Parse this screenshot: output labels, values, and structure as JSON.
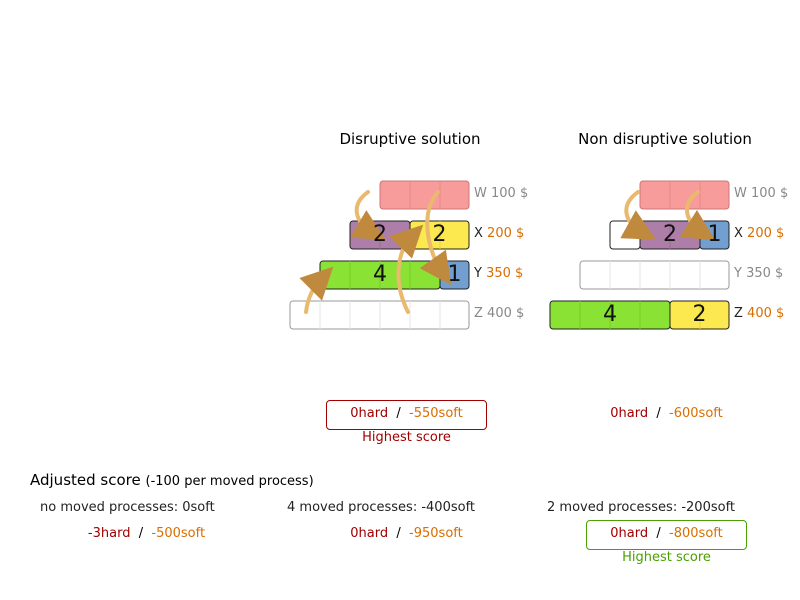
{
  "disruptive": {
    "title": "Disruptive solution",
    "rows": [
      {
        "name": "W",
        "cost": "100 $"
      },
      {
        "name": "X",
        "cost": "200 $"
      },
      {
        "name": "Y",
        "cost": "350 $"
      },
      {
        "name": "Z",
        "cost": "400 $"
      }
    ],
    "processes": [
      "2",
      "2",
      "4",
      "1"
    ],
    "score_hard": "0hard",
    "score_sep": "/",
    "score_soft": "-550soft",
    "note": "Highest score"
  },
  "nondisruptive": {
    "title": "Non disruptive solution",
    "rows": [
      {
        "name": "W",
        "cost": "100 $"
      },
      {
        "name": "X",
        "cost": "200 $"
      },
      {
        "name": "Y",
        "cost": "350 $"
      },
      {
        "name": "Z",
        "cost": "400 $"
      }
    ],
    "processes": [
      "2",
      "1",
      "4",
      "2"
    ],
    "score_hard": "0hard",
    "score_sep": "/",
    "score_soft": "-600soft"
  },
  "adjusted": {
    "title": "Adjusted score",
    "subtitle": "(-100 per moved process)",
    "columns": [
      {
        "moved": "no moved processes: 0soft",
        "hard": "-3hard",
        "sep": "/",
        "soft": "-500soft"
      },
      {
        "moved": "4 moved processes: -400soft",
        "hard": "0hard",
        "sep": "/",
        "soft": "-950soft"
      },
      {
        "moved": "2 moved processes: -200soft",
        "hard": "0hard",
        "sep": "/",
        "soft": "-800soft"
      }
    ],
    "note": "Highest score"
  },
  "colors": {
    "pink": "#f79b9b",
    "purple": "#ad7fa8",
    "yellow": "#fce94f",
    "green": "#8ae234",
    "blue": "#729fcf",
    "arrow": "#e9b96e",
    "red_text": "#a00000",
    "orange_text": "#d86e00",
    "green_text": "#4aa000"
  }
}
